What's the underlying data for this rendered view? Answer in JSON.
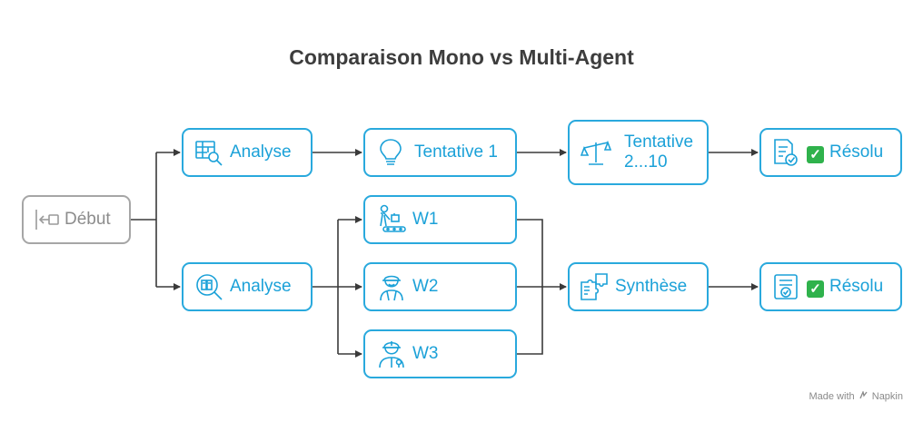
{
  "title": "Comparaison Mono vs Multi-Agent",
  "nodes": {
    "start": "Début",
    "mono_analyse": "Analyse",
    "tentative1": "Tentative 1",
    "tentative_n": "Tentative 2...10",
    "mono_resolu": "Résolu",
    "multi_analyse": "Analyse",
    "w1": "W1",
    "w2": "W2",
    "w3": "W3",
    "synthese": "Synthèse",
    "multi_resolu": "Résolu"
  },
  "footer": {
    "made_with": "Made with",
    "brand": "Napkin"
  },
  "colors": {
    "accent": "#29a9dd",
    "start_border": "#a6a6a6",
    "edge": "#3a3a3a",
    "check": "#2fb24c"
  }
}
